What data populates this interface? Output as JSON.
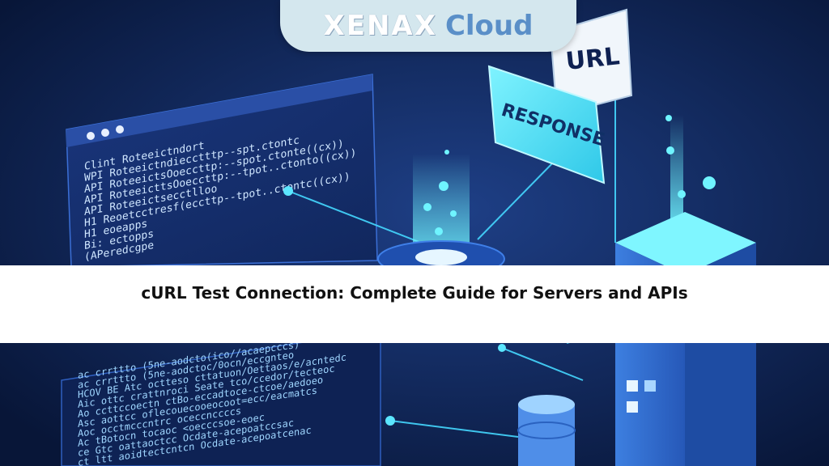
{
  "brand": {
    "name_part1": "XENAX",
    "name_part2": "Cloud"
  },
  "labels": {
    "url_tag": "URL",
    "response_tag": "RESPONSE"
  },
  "code_window_top": {
    "lines": [
      "Clint  Roteeictndort",
      "WPI  Roteeictndiecctttp--spt.ctontc",
      "API  RoteeictsOoeccttp:--spot.ctonte((cx))",
      "API  RoteeicttsOoeccttp:--tpot..ctonto((cx))",
      "API  Roteeictsecctlloo",
      "H1 Reoetcctresf(eccttp--tpot..ctontc((cx))",
      "H1 eoeapps",
      "Bi: ectopps",
      "   (APeredcgpe"
    ]
  },
  "code_window_bottom": {
    "lines": [
      "    ac  crrttto (5ne-aodcto(ico//acaepcccs)",
      "    ac  crrttto (5ne-aodctoc/0ocn/eccgnteo",
      "HCOV BE  Atc  octteso  cttatuon/Oettaos/e/acntedc",
      "Aic  ottc  crattnroci Seate tco/ccedor/tecteoc",
      "Ao  ccttccoectn  ctBo-eccadtoce-ctcoe/aedoeo",
      "Asc  aottcc  oflecouecooeocoot=ecc/eacmatcs",
      "Aoc  occtmcccntrc oceccnccccs",
      "Ac  tBotocn  tocaoc  <oecccsoe-eoec",
      "ce  Gtc  oattaoctcc  Ocdate-acepoatccsac",
      "ct  ltt  aoidtectcntcn  Ocdate-acepoatcenac"
    ]
  },
  "page_title": "cURL Test Connection: Complete Guide for Servers and APIs",
  "colors": {
    "background": "#0b1d4a",
    "accent_cyan": "#3ee0ff",
    "banner": "#ffffff",
    "logo_pill": "#d4e7ee",
    "logo_cloud": "#5a8fc8"
  }
}
